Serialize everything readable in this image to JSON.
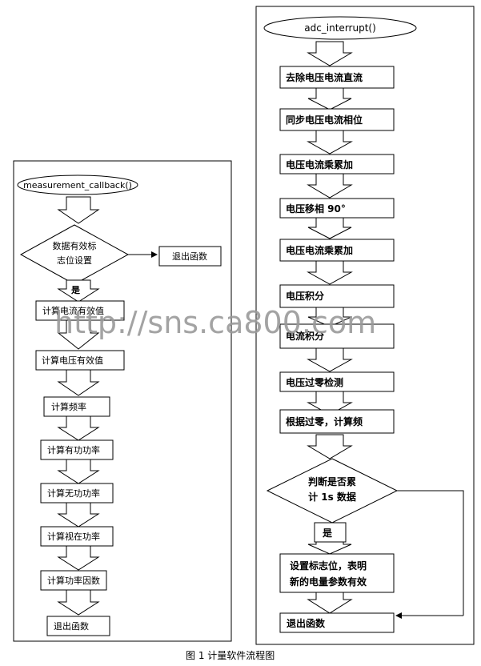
{
  "left_flow": {
    "start": "measurement_callback()",
    "decision": [
      "数据有效标",
      "志位设置"
    ],
    "exit_side": "退出函数",
    "yes_label": "是",
    "steps": [
      "计算电流有效值",
      "计算电压有效值",
      "计算频率",
      "计算有功功率",
      "计算无功功率",
      "计算视在功率",
      "计算功率因数",
      "退出函数"
    ]
  },
  "right_flow": {
    "start": "adc_interrupt()",
    "steps": [
      "去除电压电流直流",
      "同步电压电流相位",
      "电压电流乘累加",
      "电压移相 90°",
      "电压电流乘累加",
      "电压积分",
      "电流积分",
      "电压过零检测",
      "根据过零，计算频"
    ],
    "decision": [
      "判断是否累",
      "计 1s 数据"
    ],
    "yes_label": "是",
    "set_flag": [
      "设置标志位，表明",
      "新的电量参数有效"
    ],
    "exit": "退出函数"
  },
  "watermark": "http://sns.ca800.com",
  "caption": "图 1  计量软件流程图"
}
